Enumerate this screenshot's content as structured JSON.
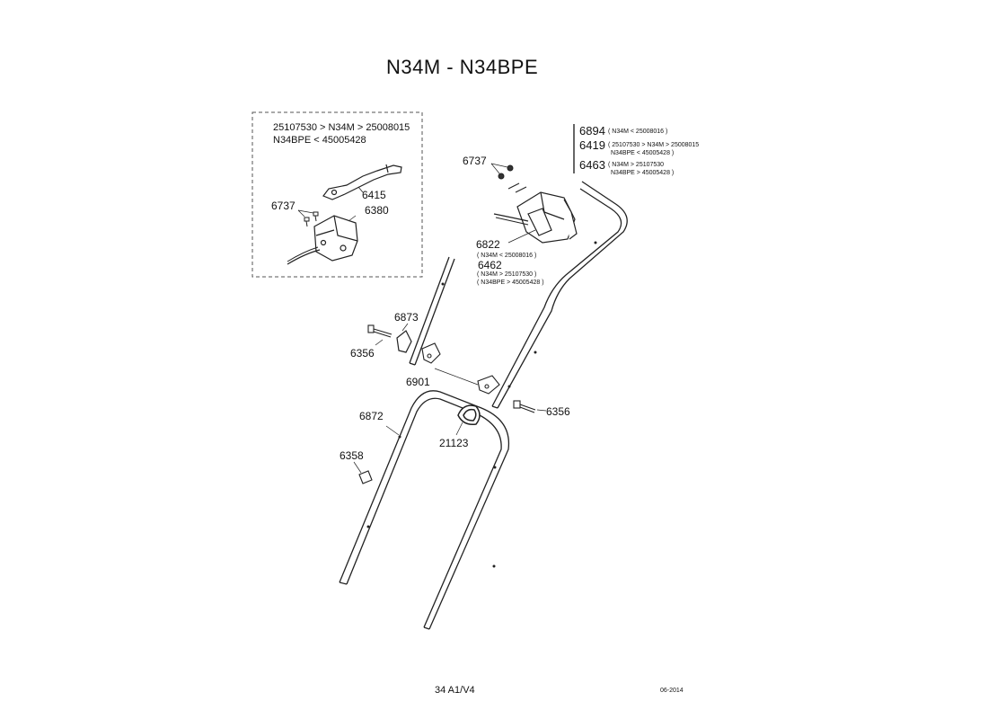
{
  "title": "N34M - N34BPE",
  "inset": {
    "line1": "25107530 > N34M > 25008015",
    "line2": "N34BPE < 45005428",
    "parts": {
      "p6415": "6415",
      "p6737": "6737",
      "p6380": "6380"
    }
  },
  "legend": {
    "p6894": "6894",
    "p6894_note": "( N34M < 25008016 )",
    "p6419": "6419",
    "p6419_note1": "( 25107530 > N34M > 25008015",
    "p6419_note2": "N34BPE < 45005428 )",
    "p6463": "6463",
    "p6463_note1": "( N34M > 25107530",
    "p6463_note2": "N34BPE > 45005428 )"
  },
  "parts": {
    "p6737": "6737",
    "p6822": "6822",
    "p6822_note": "( N34M < 25008016 )",
    "p6462": "6462",
    "p6462_note1": "( N34M > 25107530 )",
    "p6462_note2": "( N34BPE > 45005428 )",
    "p6873": "6873",
    "p6356_left": "6356",
    "p6901": "6901",
    "p6356_right": "6356",
    "p6872": "6872",
    "p21123": "21123",
    "p6358": "6358"
  },
  "footer": {
    "page": "34 A1/V4",
    "date": "06-2014"
  }
}
